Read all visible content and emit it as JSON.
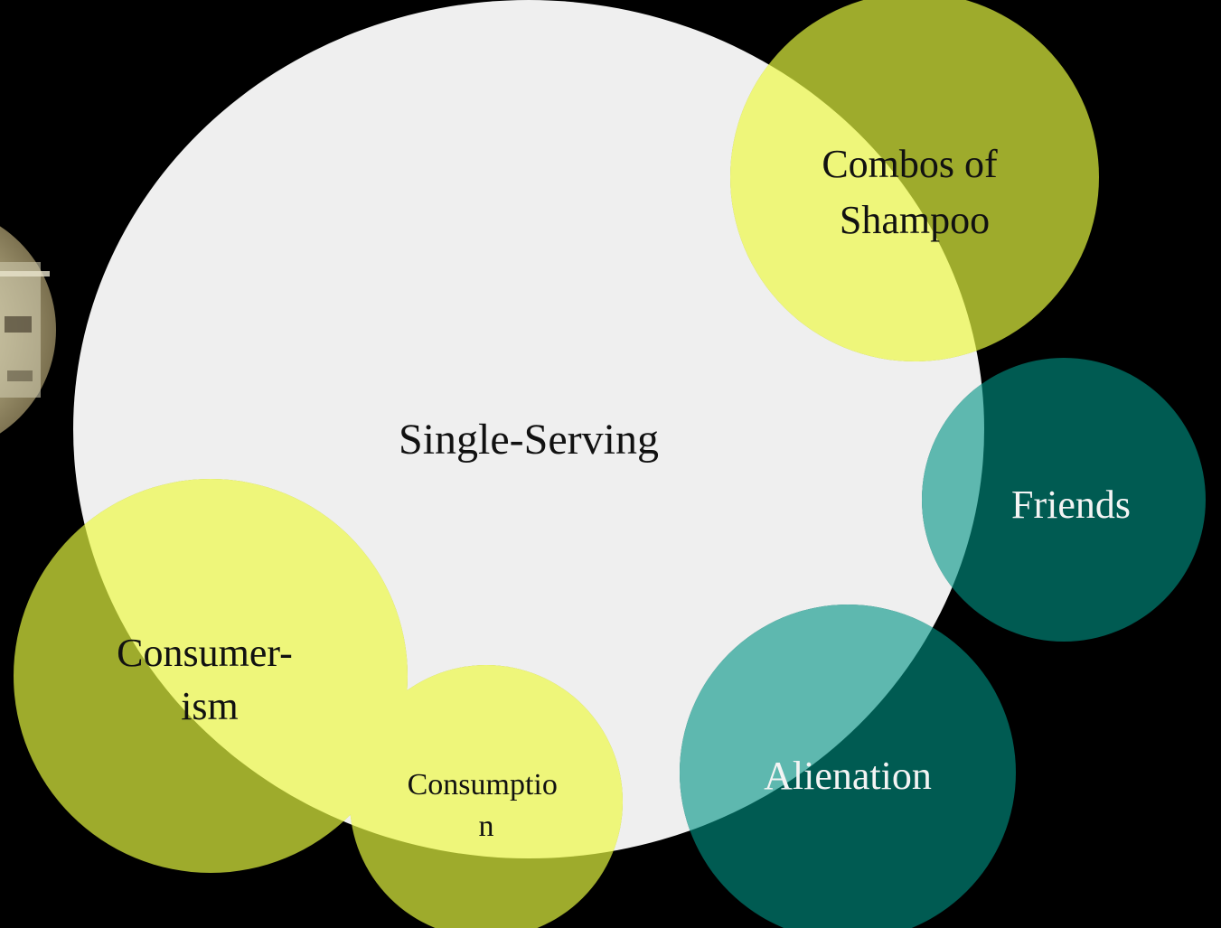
{
  "diagram": {
    "center": {
      "label": "Single-Serving",
      "color": "#efefef"
    },
    "satellites": [
      {
        "id": "combos",
        "lines": [
          "Combos of",
          "Shampoo"
        ],
        "color": "#9eab2c",
        "overlap_color": "#eef67a",
        "text_style": "dark"
      },
      {
        "id": "friends",
        "lines": [
          "Friends"
        ],
        "color": "#005b52",
        "overlap_color": "#5eb8af",
        "text_style": "light"
      },
      {
        "id": "alienation",
        "lines": [
          "Alienation"
        ],
        "color": "#005b52",
        "overlap_color": "#5eb8af",
        "text_style": "light"
      },
      {
        "id": "consumerism",
        "lines": [
          "Consumer-",
          "ism"
        ],
        "color": "#9eab2c",
        "overlap_color": "#eef67a",
        "text_style": "dark"
      },
      {
        "id": "consumption",
        "lines": [
          "Consumptio",
          "n"
        ],
        "color": "#9eab2c",
        "overlap_color": "#eef67a",
        "text_style": "dark"
      }
    ],
    "photo": {
      "icon": "shampoo-bottle-photo"
    }
  }
}
